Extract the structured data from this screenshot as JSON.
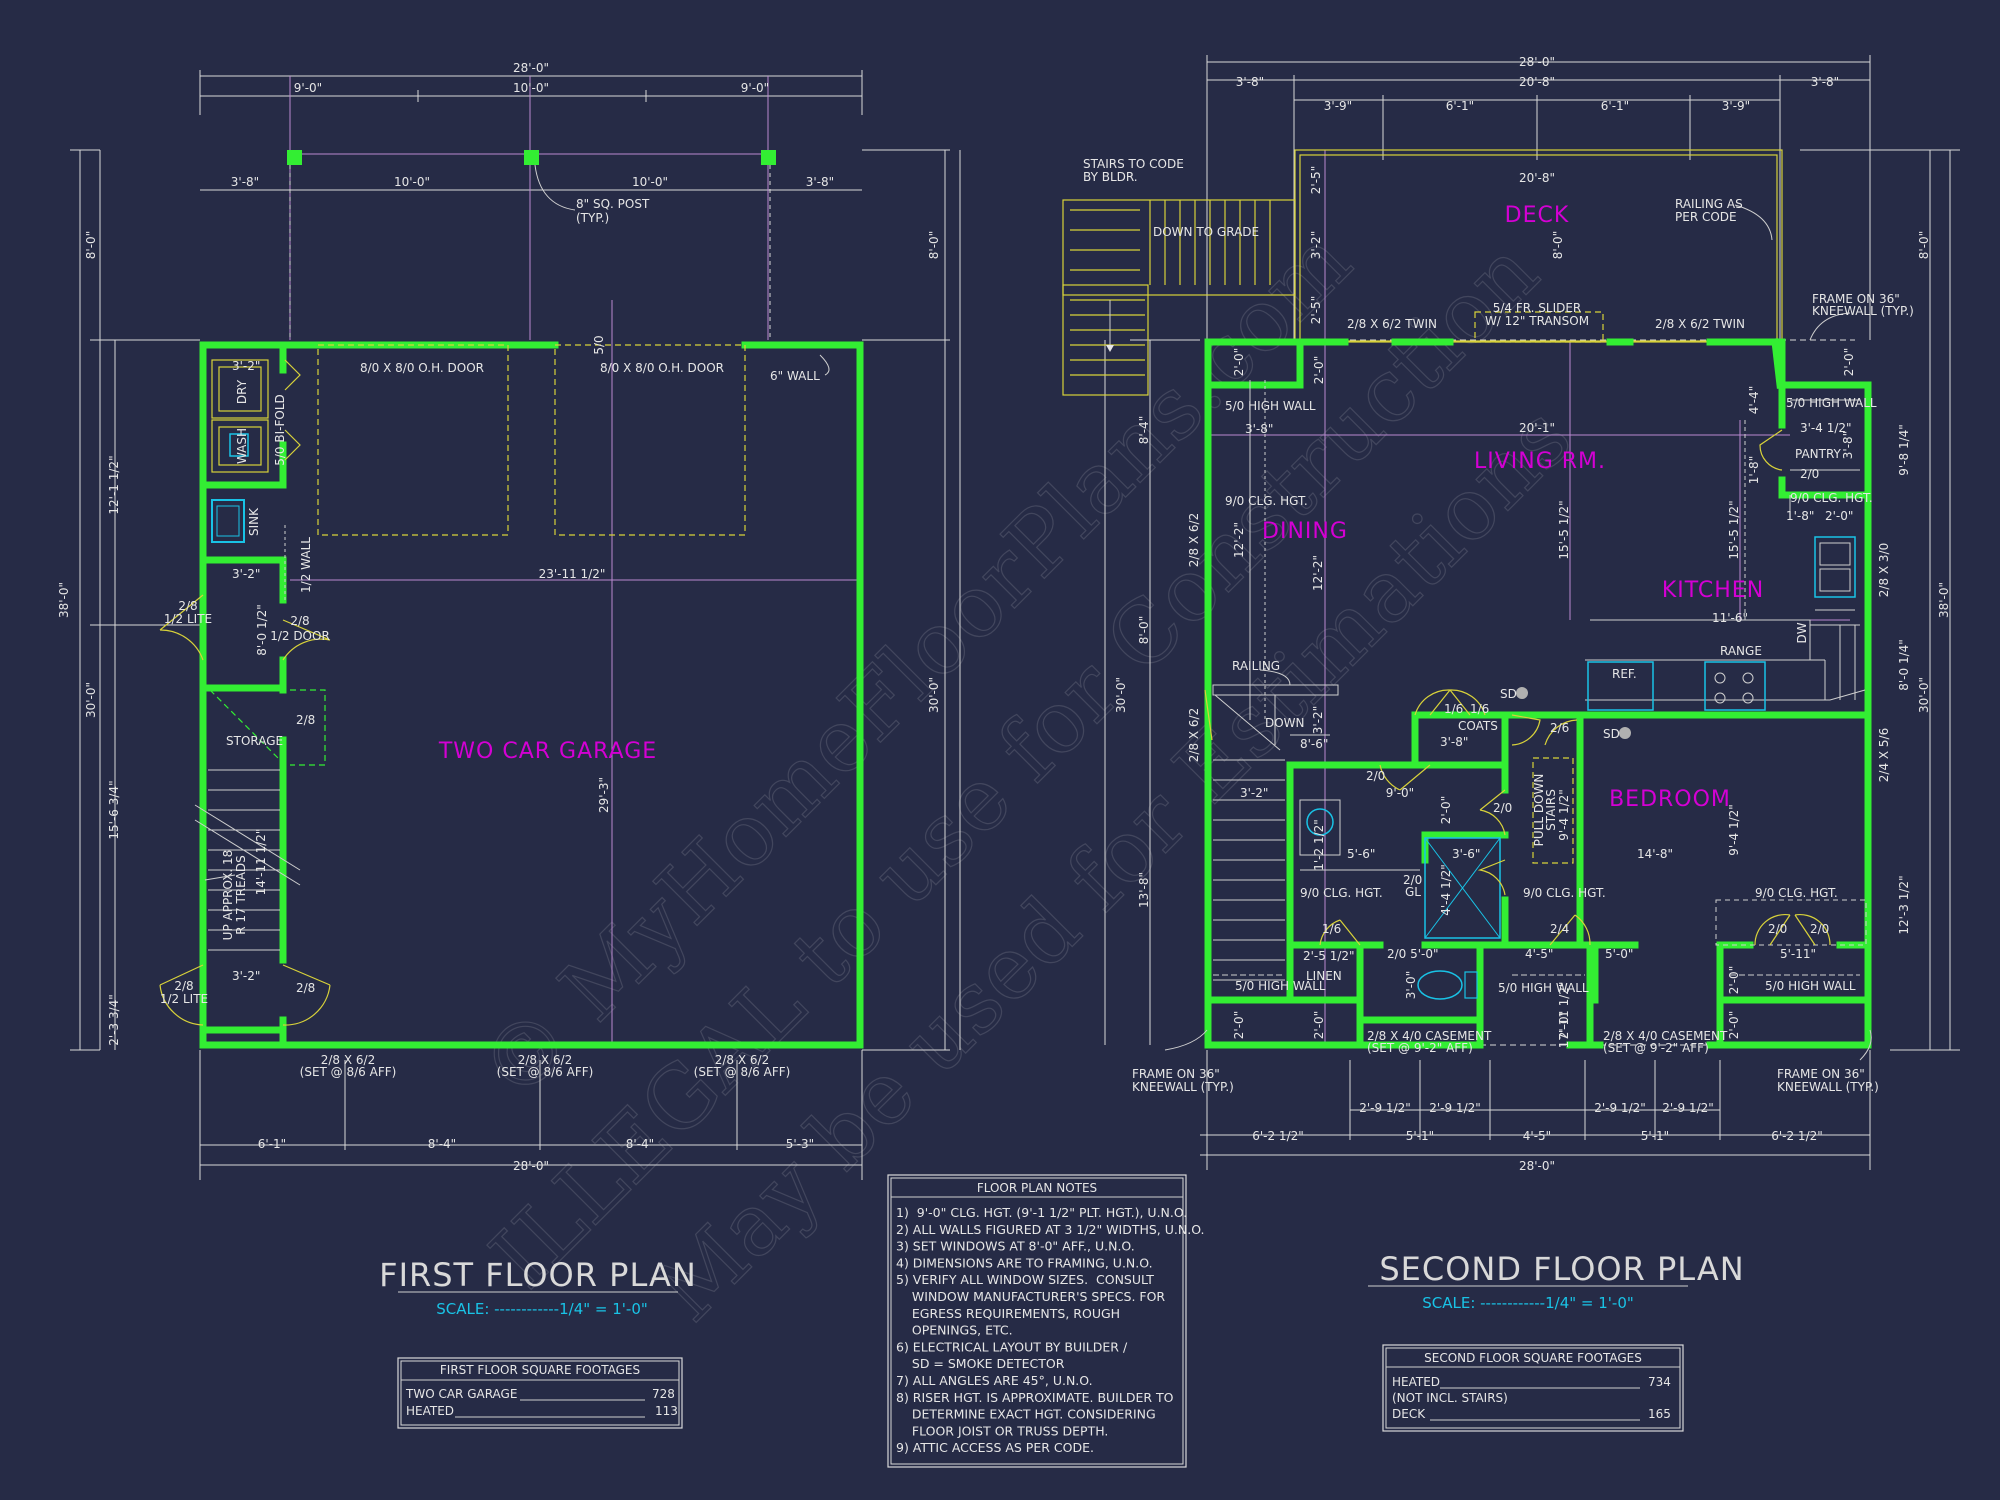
{
  "first_floor": {
    "title": "FIRST FLOOR PLAN",
    "scale": "SCALE: ------------1/4\" = 1'-0\"",
    "room_label": "TWO CAR GARAGE",
    "top_dims": {
      "overall": "28'-0\"",
      "left": "9'-0\"",
      "mid": "10'-0\"",
      "right": "9'-0\""
    },
    "post_dims": [
      "3'-8\"",
      "10'-0\"",
      "10'-0\"",
      "3'-8\""
    ],
    "post_note": [
      "8\" SQ. POST",
      "(TYP.)"
    ],
    "side_dims": {
      "porch": "8'-0\"",
      "overall": "38'-0\"",
      "main": "30'-0\"",
      "upper": "12'-1 1/2\"",
      "mid": "15'-6 3/4\"",
      "lower": "2'-3 3/4\"",
      "right_porch": "8'-0\"",
      "right_main": "30'-0\""
    },
    "labels": {
      "door_left": "8/0 X 8/0 O.H. DOOR",
      "door_right": "8/0 X 8/0 O.H. DOOR",
      "wall_6": "6\" WALL",
      "dim_5_0": "5/0",
      "dim_3_2_top": "3'-2\"",
      "dry": "DRY",
      "wash": "WASH",
      "bifold": "5/0 BI-FOLD",
      "sink": "SINK",
      "dim_3_2_mid": "3'-2\"",
      "half_wall": "1/2 WALL",
      "width_23": "23'-11 1/2\"",
      "lite_top": [
        "2/8",
        "1/2 LITE"
      ],
      "half_door": [
        "2/8",
        "1/2 DOOR"
      ],
      "dim_8_0": "8'-0 1/2\"",
      "storage": "STORAGE",
      "dim_2_8_storage": "2/8",
      "depth": "29'-3\"",
      "stair": [
        "UP APPROX. 18",
        "R 17 TREADS"
      ],
      "stair_len": "14'-11 1/2\"",
      "dim_3_2_low": "3'-2\"",
      "lite_bot": [
        "2/8",
        "1/2 LITE"
      ],
      "dim_2_8_low": "2/8",
      "win": [
        "2/8 X 6/2",
        "(SET @ 8/6 AFF)"
      ]
    },
    "bottom_dims": {
      "a": "6'-1\"",
      "b": "8'-4\"",
      "c": "8'-4\"",
      "d": "5'-3\"",
      "overall": "28'-0\""
    },
    "sqft_title": "FIRST FLOOR SQUARE FOOTAGES",
    "sqft_rows": [
      {
        "label": "TWO CAR GARAGE",
        "value": "728"
      },
      {
        "label": "HEATED",
        "value": "113"
      }
    ]
  },
  "second_floor": {
    "title": "SECOND FLOOR PLAN",
    "scale": "SCALE: ------------1/4\" = 1'-0\"",
    "rooms": {
      "deck": "DECK",
      "living": "LIVING RM.",
      "dining": "DINING",
      "kitchen": "KITCHEN",
      "bedroom": "BEDROOM"
    },
    "top_dims": {
      "overall": "28'-0\"",
      "a": "3'-8\"",
      "b": "20'-8\"",
      "c": "3'-8\"",
      "d": "3'-9\"",
      "e": "6'-1\"",
      "f": "6'-1\"",
      "g": "3'-9\""
    },
    "labels": {
      "stairs_code": [
        "STAIRS TO CODE",
        "BY BLDR."
      ],
      "down_grade": "DOWN TO GRADE",
      "deck_w": "20'-8\"",
      "deck_d": "8'-0\"",
      "rail_code": [
        "RAILING AS",
        "PER CODE"
      ],
      "frame_kneewall_tr": [
        "FRAME ON 36\"",
        "KNEEWALL (TYP.)"
      ],
      "twin_l": "2/8 X 6/2 TWIN",
      "slider": [
        "5/4 FR. SLIDER",
        "W/ 12\" TRANSOM"
      ],
      "twin_r": "2/8 X 6/2 TWIN",
      "d2_5_a": "2'-5\"",
      "d3_2": "3'-2\"",
      "d2_5_b": "2'-5\"",
      "d2_0_a": "2'-0\"",
      "d2_0_b": "2'-0\"",
      "d2_0_c": "2'-0\"",
      "high_wall_l": "5/0 HIGH WALL",
      "d3_8": "3'-8\"",
      "living_w": "20'-1\"",
      "d4_4": "4'-4\"",
      "high_wall_r": "5/0 HIGH WALL",
      "d3_4": "3'-4 1/2\"",
      "d3_8r": "3'-8\"",
      "pantry": "PANTRY",
      "d2_0_p": "2/0",
      "d1_8": "1'-8\"",
      "clg_pantry": "9/0 CLG. HGT.",
      "d1_8b": "1'-8\"",
      "d2_0b": "2'-0\"",
      "clg_dining": "9/0 CLG. HGT.",
      "d12_2": "12'-2\"",
      "d15_5": "15'-5 1/2\"",
      "d15_5b": "15'-5 1/2\"",
      "d2_8_6_2": "2/8 X 6/2",
      "d11_6": "11'-6\"",
      "dw": "DW",
      "d2_8_3_0": "2/8 X 3/0",
      "railing": "RAILING",
      "ref": "REF.",
      "range": "RANGE",
      "sd": "SD",
      "sd2": "SD",
      "d1_6a": "1/6",
      "d1_6b": "1/6",
      "coats": "COATS",
      "d2_6": "2/6",
      "down": "DOWN",
      "d3_2b": "3'-2\"",
      "d8_6": "8'-6\"",
      "d3_8b": "3'-8\"",
      "d2_0_w": "2/0",
      "d9_0": "9'-0\"",
      "d2_0_x": "2'-0\"",
      "d2_0_y": "2/0",
      "pulldown": [
        "PULL DOWN",
        "STAIRS"
      ],
      "d9_4": "9'-4 1/2\"",
      "d9_4b": "9'-4 1/2\"",
      "d2_8_6_2b": "2/8 X 6/2",
      "d2_4_5_6": "2/4 X 5/6",
      "d3_2c": "3'-2\"",
      "d1_2": "1'-2 1/2\"",
      "d5_6": "5'-6\"",
      "d3_6": "3'-6\"",
      "d14_8": "14'-8\"",
      "d2_0_gl": [
        "2/0",
        "GL"
      ],
      "d4_4b": "4'-4 1/2\"",
      "clg_bath": "9/0 CLG. HGT.",
      "clg_hall": "9/0 CLG. HGT.",
      "clg_bed": "9/0 CLG. HGT.",
      "d1_6c": "1/6",
      "d2_4": "2/4",
      "d2_0_c2": "2/0",
      "d2_0_c3": "2/0",
      "d2_5": "2'-5 1/2\"",
      "d2_0_5": "2/0 5'-0\"",
      "d4_5": "4'-5\"",
      "d5_0": "5'-0\"",
      "d5_11": "5'-11\"",
      "linen": "LINEN",
      "d3_0": "3'-0\"",
      "high_wall_bl": "5/0 HIGH WALL",
      "high_wall_bm": "5/0 HIGH WALL",
      "high_wall_br": "5/0 HIGH WALL",
      "casement_l": [
        "2/8 X 4/0 CASEMENT",
        "(SET @ 9'-2\" AFF)"
      ],
      "casement_r": [
        "2/8 X 4/0 CASEMENT",
        "(SET @ 9'-2\" AFF)"
      ],
      "frame_kneewall_bl": [
        "FRAME ON 36\"",
        "KNEEWALL (TYP.)"
      ],
      "frame_kneewall_br": [
        "FRAME ON 36\"",
        "KNEEWALL (TYP.)"
      ],
      "d17_11": "17'-11 1/2\"",
      "d13_8": "13'-8\"",
      "d8_0b": "8'-0\"",
      "d8_4": "8'-4\"",
      "d2_0_l1": "2'-0\"",
      "d2_0_l2": "2'-0\"",
      "d2_0_r1": "2'-0\"",
      "d2_0_r2": "2'-0\"",
      "d2_0_b1": "2'-0\"",
      "d2_0_b2": "2'-0\"",
      "right_a": "9'-8 1/4\"",
      "right_b": "8'-0 1/4\"",
      "right_c": "12'-3 1/2\"",
      "right_porch": "8'-0\"",
      "right_38": "38'-0\"",
      "right_30": "30'-0\"",
      "left_30": "30'-0\"",
      "d2_8_6_2c": "2/8 X 6/2"
    },
    "bottom_dims": {
      "a": "2'-9 1/2\"",
      "b": "2'-9 1/2\"",
      "c": "2'-9 1/2\"",
      "d": "2'-9 1/2\"",
      "e": "6'-2 1/2\"",
      "f": "5'-1\"",
      "g": "4'-5\"",
      "h": "5'-1\"",
      "i": "6'-2 1/2\"",
      "overall": "28'-0\""
    },
    "sqft_title": "SECOND FLOOR SQUARE FOOTAGES",
    "sqft_rows": [
      {
        "label": "HEATED",
        "value": "734"
      },
      {
        "label": "(NOT INCL. STAIRS)",
        "value": ""
      },
      {
        "label": "DECK",
        "value": "165"
      }
    ]
  },
  "notes": {
    "title": "FLOOR PLAN NOTES",
    "lines": [
      "1)  9'-0\" CLG. HGT. (9'-1 1/2\" PLT. HGT.), U.N.O.",
      "2) ALL WALLS FIGURED AT 3 1/2\" WIDTHS, U.N.O.",
      "3) SET WINDOWS AT 8'-0\" AFF., U.N.O.",
      "4) DIMENSIONS ARE TO FRAMING, U.N.O.",
      "5) VERIFY ALL WINDOW SIZES.  CONSULT",
      "    WINDOW MANUFACTURER'S SPECS. FOR",
      "    EGRESS REQUIREMENTS, ROUGH",
      "    OPENINGS, ETC.",
      "6) ELECTRICAL LAYOUT BY BUILDER /",
      "    SD = SMOKE DETECTOR",
      "7) ALL ANGLES ARE 45°, U.N.O.",
      "8) RISER HGT. IS APPROXIMATE. BUILDER TO",
      "    DETERMINE EXACT HGT. CONSIDERING",
      "    FLOOR JOIST OR TRUSS DEPTH.",
      "9) ATTIC ACCESS AS PER CODE."
    ]
  },
  "watermark": [
    "© MyHomeFloorPlans.com",
    "ILLEGAL to use for Construction",
    "May be used for Estimations"
  ],
  "colors": {
    "background": "#262b46",
    "walls": "#33ee33",
    "room_labels": "#d400d4",
    "scale": "#19c3e6",
    "deck_lines": "#d8d23a"
  }
}
